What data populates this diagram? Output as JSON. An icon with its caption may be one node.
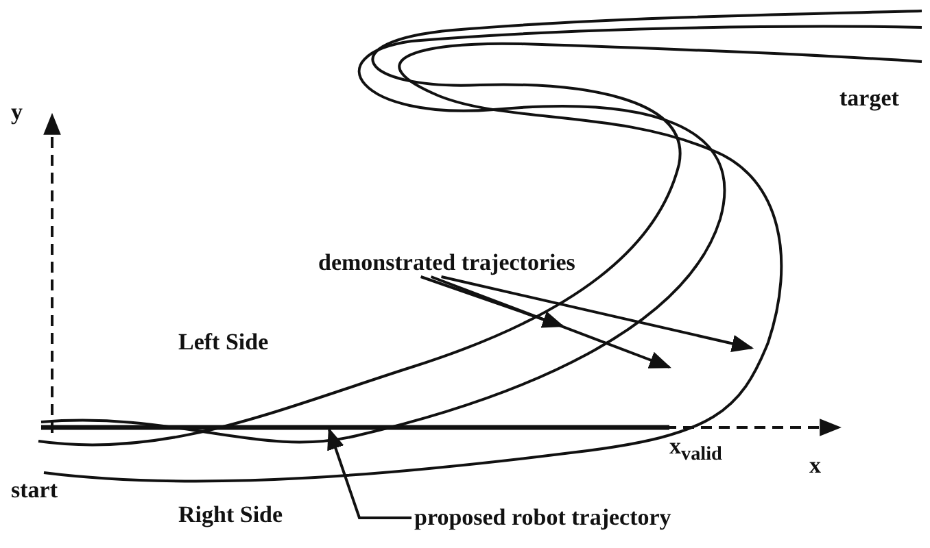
{
  "diagram": {
    "nodes": [
      {
        "text": [
          "demonstrated trajectories"
        ]
      },
      {
        "text": [
          "proposed robot trajectory"
        ]
      },
      {
        "text": [],
        "shape": "bar"
      }
    ],
    "edges": [
      {
        "from": 0,
        "to": null,
        "arrow": "to"
      },
      {
        "from": 0,
        "to": null,
        "arrow": "to"
      },
      {
        "from": 0,
        "to": null,
        "arrow": "to"
      },
      {
        "from": 1,
        "to": 2,
        "arrow": "to"
      }
    ],
    "labels": [
      "target",
      "y",
      "Left Side",
      "x$_{valid}$",
      "x",
      "start",
      "Right Side"
    ]
  }
}
